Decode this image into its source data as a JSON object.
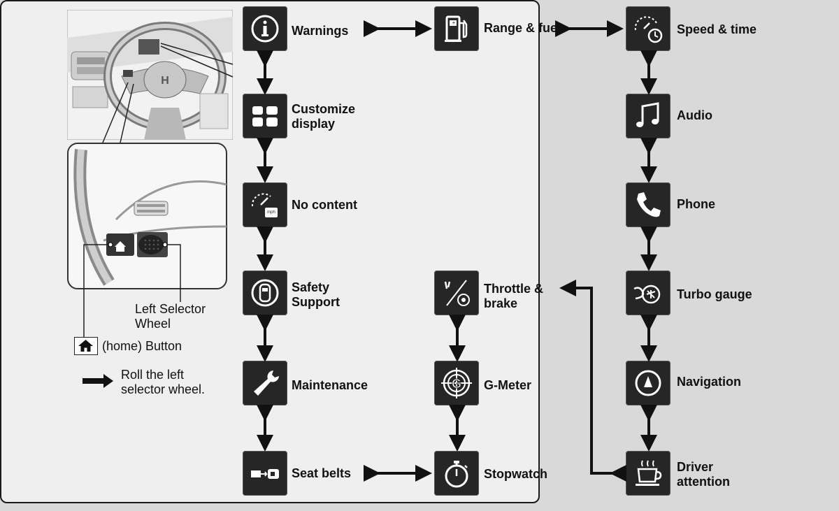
{
  "menu_items": {
    "warnings": "Warnings",
    "range_fuel": "Range & fuel",
    "speed_time": "Speed & time",
    "customize_display_1": "Customize",
    "customize_display_2": "display",
    "audio": "Audio",
    "no_content": "No content",
    "phone": "Phone",
    "safety_support_1": "Safety",
    "safety_support_2": "Support",
    "throttle_brake_1": "Throttle &",
    "throttle_brake_2": "brake",
    "turbo_gauge": "Turbo gauge",
    "maintenance": "Maintenance",
    "g_meter": "G-Meter",
    "navigation": "Navigation",
    "seat_belts": "Seat belts",
    "stopwatch": "Stopwatch",
    "driver_attention_1": "Driver",
    "driver_attention_2": "attention"
  },
  "legend": {
    "left_selector_wheel_1": "Left Selector",
    "left_selector_wheel_2": "Wheel",
    "home_button": "(home) Button",
    "roll_text_1": "Roll the left",
    "roll_text_2": "selector wheel."
  },
  "icons": {
    "warnings": "info-icon",
    "range_fuel": "fuel-pump-icon",
    "speed_time": "speed-clock-icon",
    "customize_display": "display-layout-icon",
    "audio": "music-note-icon",
    "no_content": "speedometer-unit-icon",
    "phone": "phone-icon",
    "safety_support": "car-shield-icon",
    "throttle_brake": "pedal-icon",
    "turbo_gauge": "turbo-icon",
    "maintenance": "wrench-icon",
    "g_meter": "target-g-icon",
    "navigation": "compass-arrow-icon",
    "seat_belts": "seatbelt-icon",
    "stopwatch": "stopwatch-icon",
    "driver_attention": "coffee-cup-icon",
    "home": "home-icon"
  },
  "colors": {
    "tile_background": "#262626",
    "panel_background": "#efefef",
    "page_background": "#d9d9d9",
    "arrow": "#111111"
  }
}
